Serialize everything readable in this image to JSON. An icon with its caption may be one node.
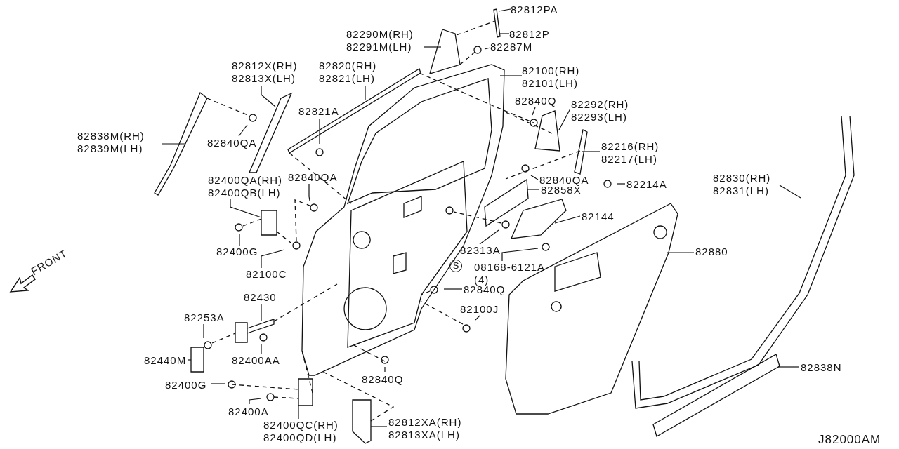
{
  "diagram": {
    "nodes": [
      {
        "text": [
          "82812PA"
        ]
      },
      {
        "text": [
          "82812P"
        ]
      },
      {
        "text": [
          "82290M(RH)",
          "82291M(LH)"
        ]
      },
      {
        "text": [
          "82287M"
        ]
      },
      {
        "text": [
          "82100(RH)",
          "82101(LH)"
        ]
      },
      {
        "text": [
          "82820(RH)",
          "82821(LH)"
        ]
      },
      {
        "text": [
          "82812X(RH)",
          "82813X(LH)"
        ]
      },
      {
        "text": [
          "82838M(RH)",
          "82839M(LH)"
        ]
      },
      {
        "text": [
          "82840QA"
        ]
      },
      {
        "text": [
          "82821A"
        ]
      },
      {
        "text": [
          "82840Q"
        ]
      },
      {
        "text": [
          "82292(RH)",
          "82293(LH)"
        ]
      },
      {
        "text": [
          "82216(RH)",
          "82217(LH)"
        ]
      },
      {
        "text": [
          "82840QA"
        ]
      },
      {
        "text": [
          "82400QA(RH)",
          "82400QB(LH)"
        ]
      },
      {
        "text": [
          "82840QA"
        ]
      },
      {
        "text": [
          "82214A"
        ]
      },
      {
        "text": [
          "82858X"
        ]
      },
      {
        "text": [
          "82144"
        ]
      },
      {
        "text": [
          "82830(RH)",
          "82831(LH)"
        ]
      },
      {
        "text": [
          "82400G"
        ]
      },
      {
        "text": [
          "82100C"
        ]
      },
      {
        "text": [
          "82313A"
        ]
      },
      {
        "text": [
          "08168-6121A",
          "(4)"
        ]
      },
      {
        "text": [
          "82880"
        ]
      },
      {
        "text": [
          "82840Q"
        ]
      },
      {
        "text": [
          "82100J"
        ]
      },
      {
        "text": [
          "82430"
        ]
      },
      {
        "text": [
          "82253A"
        ]
      },
      {
        "text": [
          "82440M"
        ]
      },
      {
        "text": [
          "82400AA"
        ]
      },
      {
        "text": [
          "82840Q"
        ]
      },
      {
        "text": [
          "82838N"
        ]
      },
      {
        "text": [
          "82400G"
        ]
      },
      {
        "text": [
          "82400A"
        ]
      },
      {
        "text": [
          "82400QC(RH)",
          "82400QD(LH)"
        ]
      },
      {
        "text": [
          "82812XA(RH)",
          "82813XA(LH)"
        ]
      }
    ],
    "edges": [
      {
        "from": 0,
        "to": null,
        "arrow": "none"
      },
      {
        "from": 1,
        "to": null,
        "arrow": "none"
      },
      {
        "from": 2,
        "to": null,
        "arrow": "none"
      },
      {
        "from": 3,
        "to": null,
        "arrow": "none"
      },
      {
        "from": 4,
        "to": null,
        "arrow": "none"
      },
      {
        "from": 5,
        "to": null,
        "arrow": "none"
      },
      {
        "from": 6,
        "to": null,
        "arrow": "none"
      },
      {
        "from": 7,
        "to": null,
        "arrow": "none"
      },
      {
        "from": 8,
        "to": null,
        "arrow": "none"
      },
      {
        "from": 9,
        "to": null,
        "arrow": "none"
      },
      {
        "from": 10,
        "to": null,
        "arrow": "none"
      },
      {
        "from": 11,
        "to": null,
        "arrow": "none"
      },
      {
        "from": 12,
        "to": null,
        "arrow": "none"
      },
      {
        "from": 13,
        "to": null,
        "arrow": "none"
      },
      {
        "from": 14,
        "to": null,
        "arrow": "none"
      },
      {
        "from": 15,
        "to": null,
        "arrow": "none"
      },
      {
        "from": 16,
        "to": null,
        "arrow": "none"
      },
      {
        "from": 17,
        "to": null,
        "arrow": "none"
      },
      {
        "from": 18,
        "to": null,
        "arrow": "none"
      },
      {
        "from": 19,
        "to": null,
        "arrow": "none"
      },
      {
        "from": 20,
        "to": null,
        "arrow": "none"
      },
      {
        "from": 21,
        "to": null,
        "arrow": "none"
      },
      {
        "from": 22,
        "to": null,
        "arrow": "none"
      },
      {
        "from": 23,
        "to": null,
        "arrow": "none"
      },
      {
        "from": 24,
        "to": null,
        "arrow": "none"
      },
      {
        "from": 25,
        "to": null,
        "arrow": "none"
      },
      {
        "from": 26,
        "to": null,
        "arrow": "none"
      },
      {
        "from": 27,
        "to": null,
        "arrow": "none"
      },
      {
        "from": 28,
        "to": null,
        "arrow": "none"
      },
      {
        "from": 29,
        "to": null,
        "arrow": "none"
      },
      {
        "from": 30,
        "to": null,
        "arrow": "none"
      },
      {
        "from": 31,
        "to": null,
        "arrow": "none"
      },
      {
        "from": 32,
        "to": null,
        "arrow": "none"
      },
      {
        "from": 33,
        "to": null,
        "arrow": "none"
      },
      {
        "from": 34,
        "to": null,
        "arrow": "none"
      },
      {
        "from": 35,
        "to": null,
        "arrow": "none"
      },
      {
        "from": 36,
        "to": null,
        "arrow": "none"
      }
    ],
    "labels": [
      "FRONT",
      "S",
      "J82000AM"
    ]
  }
}
